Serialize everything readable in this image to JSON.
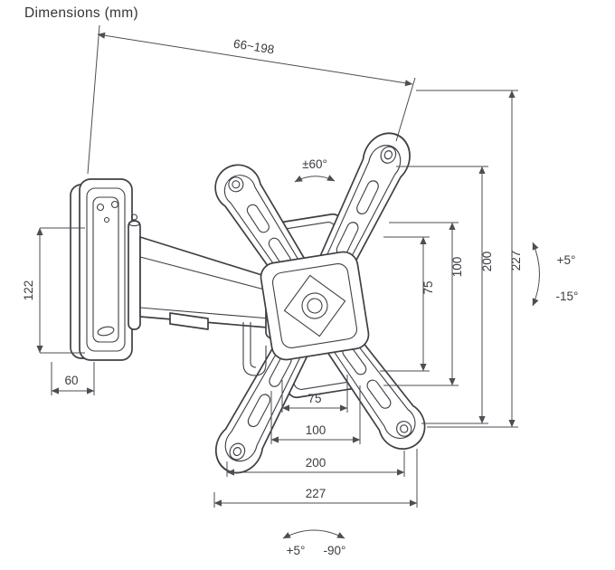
{
  "title": "Dimensions (mm)",
  "diagram": {
    "type": "technical-drawing",
    "subject": "articulating-tv-wall-mount",
    "units": "mm"
  },
  "labels": {
    "extension_range": "66~198",
    "rotation": "±60°",
    "tilt_up": "+5°",
    "tilt_down": "-15°",
    "plate_height": "122",
    "plate_width": "60",
    "right_dims": [
      "75",
      "100",
      "200",
      "227"
    ],
    "bottom_dims": [
      "75",
      "100",
      "200",
      "227"
    ],
    "swivel_up": "+5°",
    "swivel_down": "-90°"
  }
}
